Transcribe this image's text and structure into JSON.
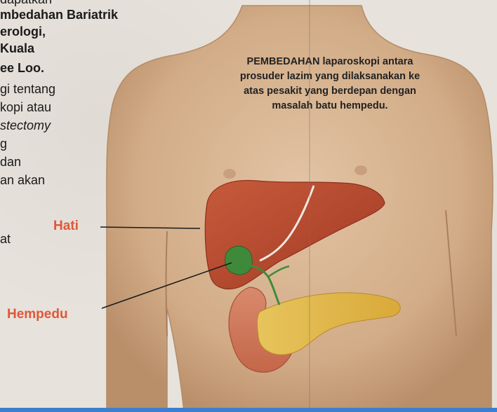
{
  "article": {
    "lines": [
      "dapatkan",
      "mbedahan Bariatrik",
      "erologi,",
      "Kuala",
      "ee Loo.",
      "gi tentang",
      "kopi atau",
      "stectomy",
      "g",
      "dan",
      "an akan",
      "at"
    ]
  },
  "caption": {
    "lead": "PEMBEDAHAN",
    "text": "laparoskopi antara prosuder lazim yang dilaksanakan ke atas pesakit yang berdepan dengan masalah batu hempedu."
  },
  "labels": {
    "hati": "Hati",
    "hempedu": "Hempedu"
  },
  "colors": {
    "label": "#e0573a",
    "skin": "#d9b896",
    "liver": "#b9472c",
    "pancreas": "#e3b94a",
    "gallbladder": "#3f8a3a",
    "stomach": "#cf7357"
  }
}
